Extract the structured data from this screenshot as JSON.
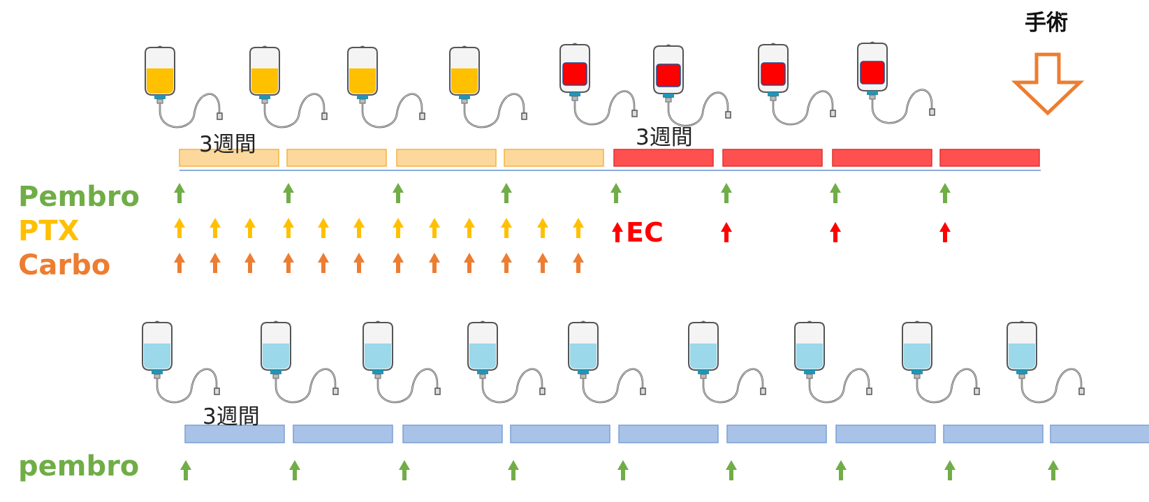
{
  "labels": {
    "pembro": "Pembro",
    "ptx": "PTX",
    "carbo": "Carbo",
    "pembro_lower": "pembro",
    "ec": "EC",
    "surgery": "手術",
    "three_weeks": "3週間"
  },
  "colors": {
    "pembro": "#70ad47",
    "ptx": "#ffc000",
    "carbo": "#ed7d31",
    "ec": "#ff0000",
    "bag_chemo": "#ffc000",
    "bag_ec": "#ff0000",
    "bag_maint": "#9ad8ea",
    "bar_chemo_fill": "#fdd89c",
    "bar_chemo_border": "#f3b23f",
    "bar_ec_fill": "#ff5050",
    "bar_ec_border": "#e03030",
    "bar_maint_fill": "#a9c3e8",
    "bar_maint_border": "#7a9fd4",
    "timeline_line": "#8eaadb",
    "surgery_arrow": "#ed7d31"
  },
  "phases": {
    "neoadjuvant": {
      "chemo_cycles": 4,
      "ec_cycles": 4,
      "pembro_doses": 8,
      "weekly_ptx_carbo_doses": 12,
      "ec_doses": 4
    },
    "adjuvant": {
      "pembro_cycles": 9,
      "pembro_doses": 9
    }
  },
  "icons": {
    "iv_bag": "iv-bag-icon",
    "surgery_arrow": "down-arrow-icon",
    "dose_arrow": "up-arrow-icon"
  }
}
